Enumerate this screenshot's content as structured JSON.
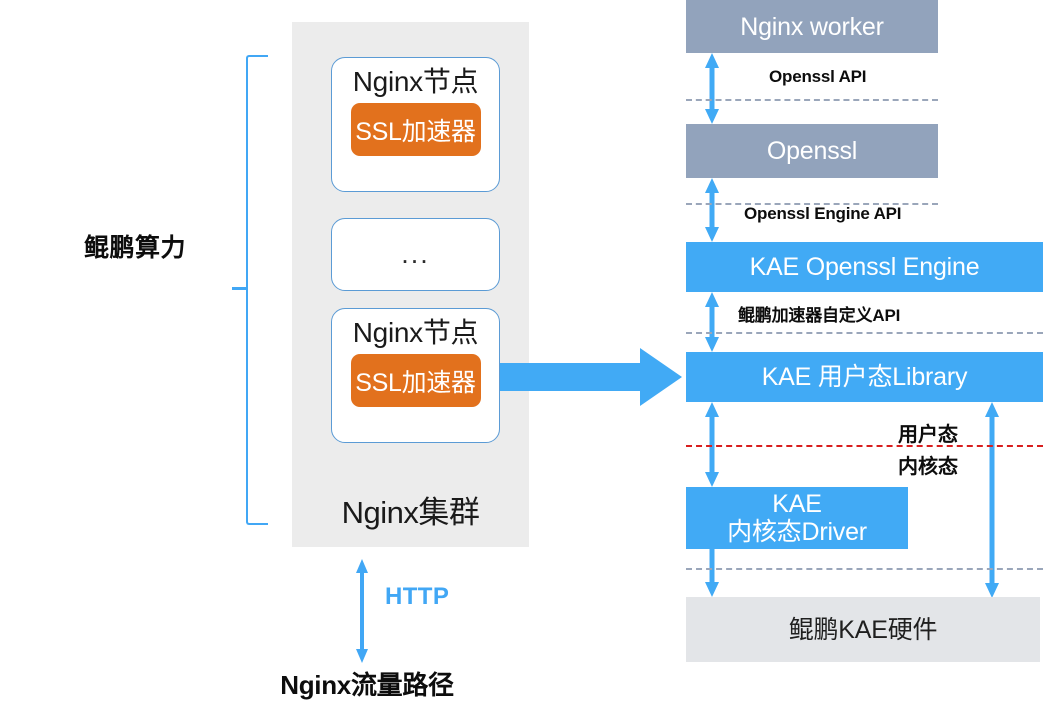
{
  "diagram": {
    "title": "Nginx SSL acceleration with Kunpeng KAE",
    "colors": {
      "panel_grey": "#ececec",
      "node_border": "#5b9bd5",
      "ssl_orange": "#e2711d",
      "stack_grey": "#92a3bc",
      "stack_blue": "#41aaf5",
      "hardware_grey": "#e3e5e8",
      "accent_blue": "#41a7f5",
      "dash_grey": "#9aa6ba",
      "dash_red": "#d81e1e"
    }
  },
  "left": {
    "bracket_label": "鲲鹏算力",
    "cluster_caption": "Nginx集群",
    "nodes": [
      {
        "title": "Nginx节点",
        "chip": "SSL加速器"
      },
      {
        "title": "...",
        "chip": null
      },
      {
        "title": "Nginx节点",
        "chip": "SSL加速器"
      }
    ],
    "http_label": "HTTP",
    "traffic_caption": "Nginx流量路径"
  },
  "right": {
    "boxes": [
      {
        "label": "Nginx worker",
        "kind": "grey"
      },
      {
        "label": "Openssl",
        "kind": "grey"
      },
      {
        "label": "KAE Openssl Engine",
        "kind": "blue"
      },
      {
        "label": "KAE 用户态Library",
        "kind": "blue"
      },
      {
        "label_line1": "KAE",
        "label_line2": "内核态Driver",
        "kind": "blue"
      },
      {
        "label": "鲲鹏KAE硬件",
        "kind": "hardware"
      }
    ],
    "api_labels": [
      "Openssl API",
      "Openssl Engine API",
      "鲲鹏加速器自定义API"
    ],
    "mode_labels": {
      "user": "用户态",
      "kernel": "内核态"
    }
  }
}
